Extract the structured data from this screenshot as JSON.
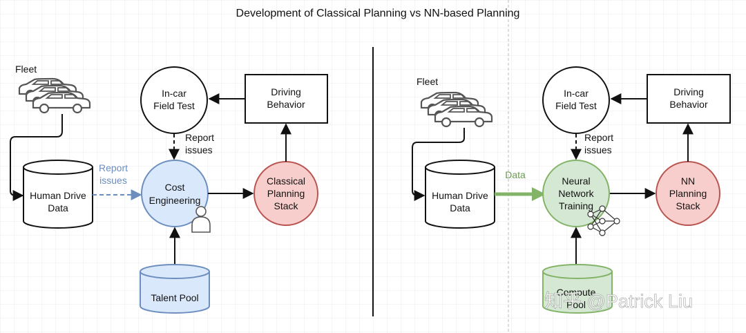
{
  "title": "Development of Classical Planning vs NN-based Planning",
  "colors": {
    "grid": "#ebebeb",
    "line": "#111111",
    "blue_fill": "#dae8fc",
    "blue_stroke": "#6c8ebf",
    "red_fill": "#f8cecc",
    "red_stroke": "#b85450",
    "green_fill": "#d5e8d4",
    "green_stroke": "#82b366",
    "green_arrow": "#82b366",
    "blue_dash": "#6c8ebf"
  },
  "left": {
    "fleet_label": "Fleet",
    "human_drive_data": [
      "Human Drive",
      "Data"
    ],
    "field_test": [
      "In-car",
      "Field Test"
    ],
    "driving_behavior": [
      "Driving",
      "Behavior"
    ],
    "report_issues": [
      "Report",
      "issues"
    ],
    "data_report_issues": [
      "Report",
      "issues"
    ],
    "cost_engineering": [
      "Cost",
      "Engineering"
    ],
    "planning_stack": [
      "Classical",
      "Planning",
      "Stack"
    ],
    "talent_pool": "Talent Pool"
  },
  "right": {
    "fleet_label": "Fleet",
    "human_drive_data": [
      "Human Drive",
      "Data"
    ],
    "field_test": [
      "In-car",
      "Field Test"
    ],
    "driving_behavior": [
      "Driving",
      "Behavior"
    ],
    "report_issues": [
      "Report",
      "issues"
    ],
    "data_label": "Data",
    "nn_training": [
      "Neural",
      "Network",
      "Training"
    ],
    "planning_stack": [
      "NN",
      "Planning",
      "Stack"
    ],
    "compute_pool": [
      "Compute",
      "Pool"
    ]
  },
  "watermark": "知乎 @Patrick Liu"
}
